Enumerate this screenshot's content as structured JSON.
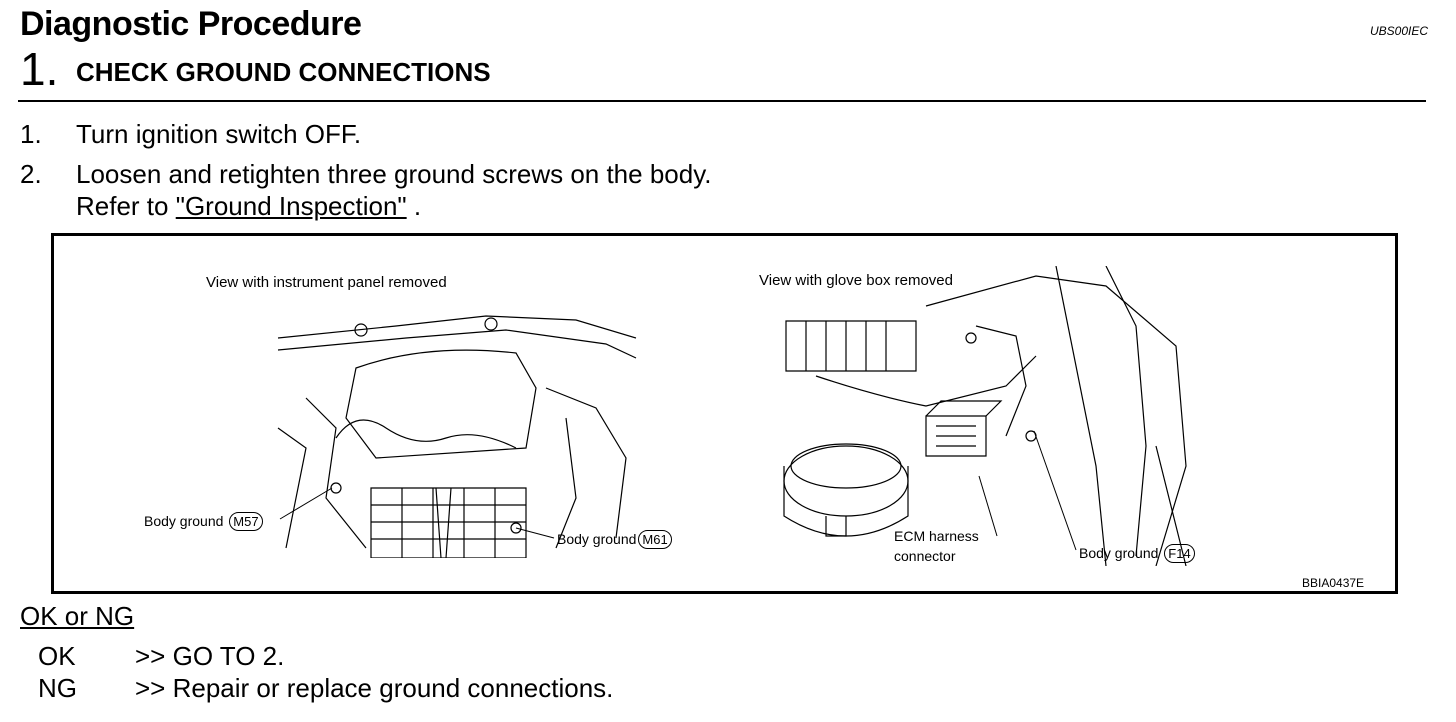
{
  "header": {
    "title": "Diagnostic Procedure",
    "doc_code": "UBS00IEC",
    "step_number": "1.",
    "step_title": "CHECK GROUND CONNECTIONS"
  },
  "instructions": [
    {
      "num": "1.",
      "text": "Turn ignition switch OFF."
    },
    {
      "num": "2.",
      "text": "Loosen and retighten three ground screws on the body."
    }
  ],
  "reference": {
    "prefix": "Refer to ",
    "link_text": "\"Ground Inspection\"",
    "suffix": " ."
  },
  "figure": {
    "left_caption": "View with instrument panel removed",
    "right_caption": "View with glove box removed",
    "callouts": {
      "m57_label": "Body ground",
      "m57_code": "M57",
      "m61_label": "Body ground",
      "m61_code": "M61",
      "ecm_line1": "ECM harness",
      "ecm_line2": "connector",
      "f14_label": "Body ground",
      "f14_code": "F14"
    },
    "figure_code": "BBIA0437E"
  },
  "result": {
    "heading": "OK or NG",
    "rows": [
      {
        "key": "OK",
        "value": ">> GO TO 2."
      },
      {
        "key": "NG",
        "value": ">> Repair or replace ground connections."
      }
    ]
  }
}
